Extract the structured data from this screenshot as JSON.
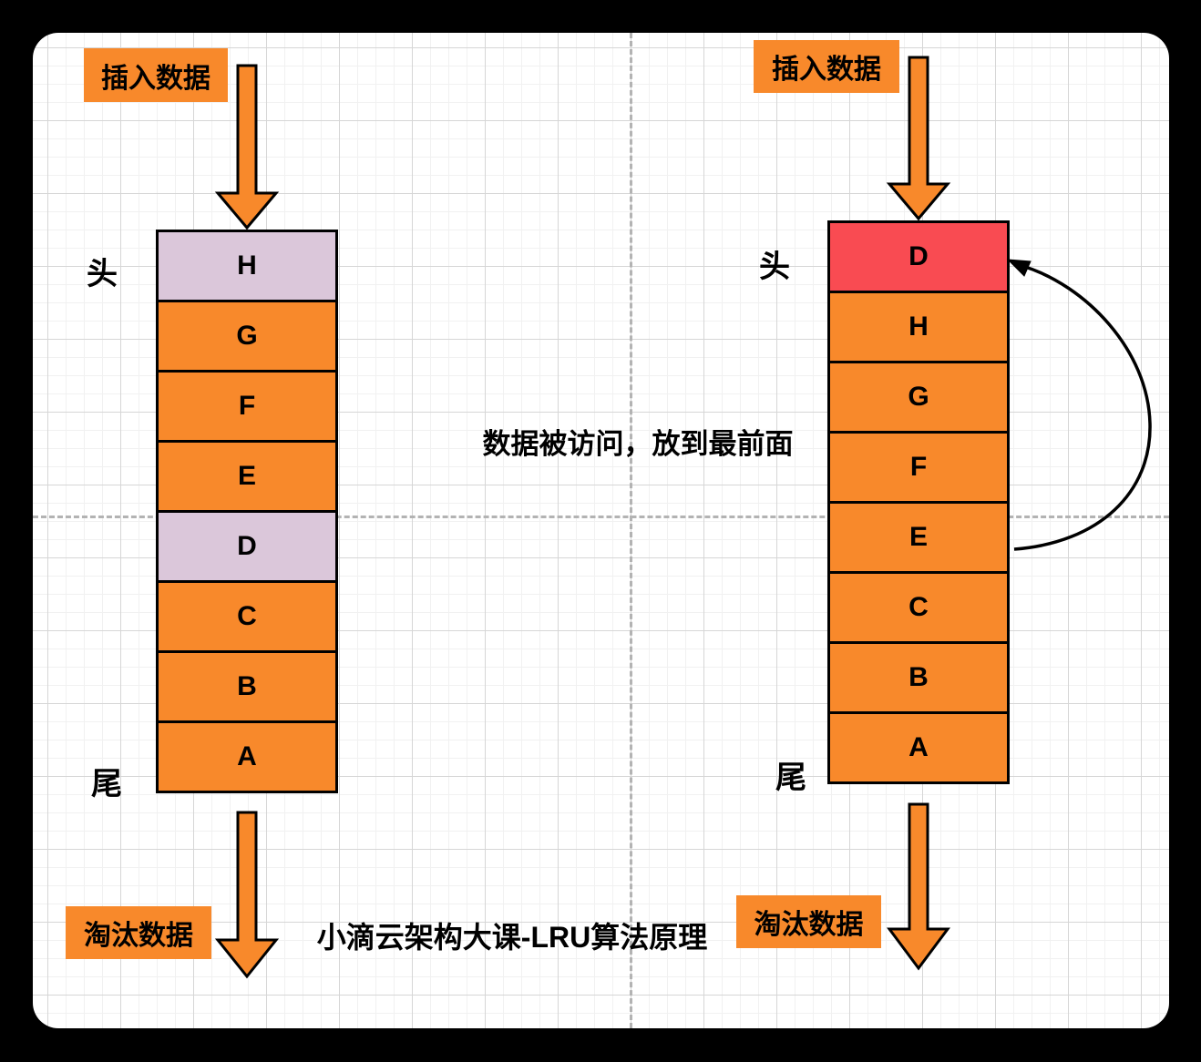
{
  "colors": {
    "frame_bg": "#000000",
    "canvas_bg": "#ffffff",
    "orange": "#F8892B",
    "purple": "#DBC7DA",
    "red": "#F94B52",
    "stroke": "#000000",
    "guide_gray": "#b3b3b3"
  },
  "title": "小滴云架构大课-LRU算法原理",
  "annotation": "数据被访问，放到最前面",
  "left_diagram": {
    "insert_label": "插入数据",
    "evict_label": "淘汰数据",
    "head_label": "头",
    "tail_label": "尾",
    "cells": [
      {
        "label": "H",
        "fill": "#DBC7DA"
      },
      {
        "label": "G",
        "fill": "#F8892B"
      },
      {
        "label": "F",
        "fill": "#F8892B"
      },
      {
        "label": "E",
        "fill": "#F8892B"
      },
      {
        "label": "D",
        "fill": "#DBC7DA"
      },
      {
        "label": "C",
        "fill": "#F8892B"
      },
      {
        "label": "B",
        "fill": "#F8892B"
      },
      {
        "label": "A",
        "fill": "#F8892B"
      }
    ]
  },
  "right_diagram": {
    "insert_label": "插入数据",
    "evict_label": "淘汰数据",
    "head_label": "头",
    "tail_label": "尾",
    "cells": [
      {
        "label": "D",
        "fill": "#F94B52"
      },
      {
        "label": "H",
        "fill": "#F8892B"
      },
      {
        "label": "G",
        "fill": "#F8892B"
      },
      {
        "label": "F",
        "fill": "#F8892B"
      },
      {
        "label": "E",
        "fill": "#F8892B"
      },
      {
        "label": "C",
        "fill": "#F8892B"
      },
      {
        "label": "B",
        "fill": "#F8892B"
      },
      {
        "label": "A",
        "fill": "#F8892B"
      }
    ]
  }
}
